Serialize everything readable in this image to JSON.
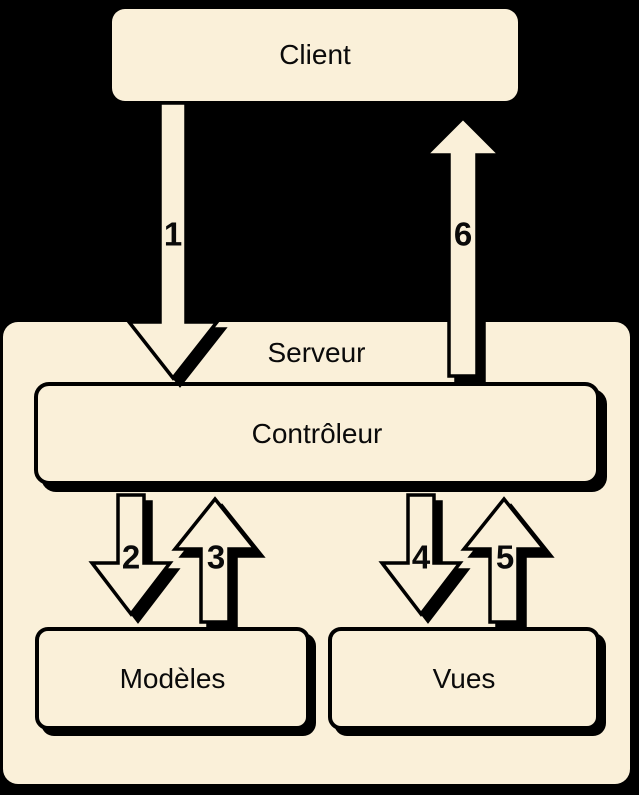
{
  "diagram": {
    "type": "architecture-flow",
    "language": "fr"
  },
  "colors": {
    "background": "#000000",
    "shape_fill": "#FAF0D9",
    "outline": "#000000",
    "text": "#0a0a0a"
  },
  "nodes": {
    "client": {
      "label": "Client"
    },
    "server": {
      "label": "Serveur"
    },
    "controller": {
      "label": "Contrôleur"
    },
    "models": {
      "label": "Modèles"
    },
    "views": {
      "label": "Vues"
    }
  },
  "arrows": [
    {
      "label": "1",
      "direction": "down",
      "from": "Client",
      "to": "Contrôleur"
    },
    {
      "label": "2",
      "direction": "down",
      "from": "Contrôleur",
      "to": "Modèles"
    },
    {
      "label": "3",
      "direction": "up",
      "from": "Modèles",
      "to": "Contrôleur"
    },
    {
      "label": "4",
      "direction": "down",
      "from": "Contrôleur",
      "to": "Vues"
    },
    {
      "label": "5",
      "direction": "up",
      "from": "Vues",
      "to": "Contrôleur"
    },
    {
      "label": "6",
      "direction": "up",
      "from": "Contrôleur",
      "to": "Client"
    }
  ]
}
